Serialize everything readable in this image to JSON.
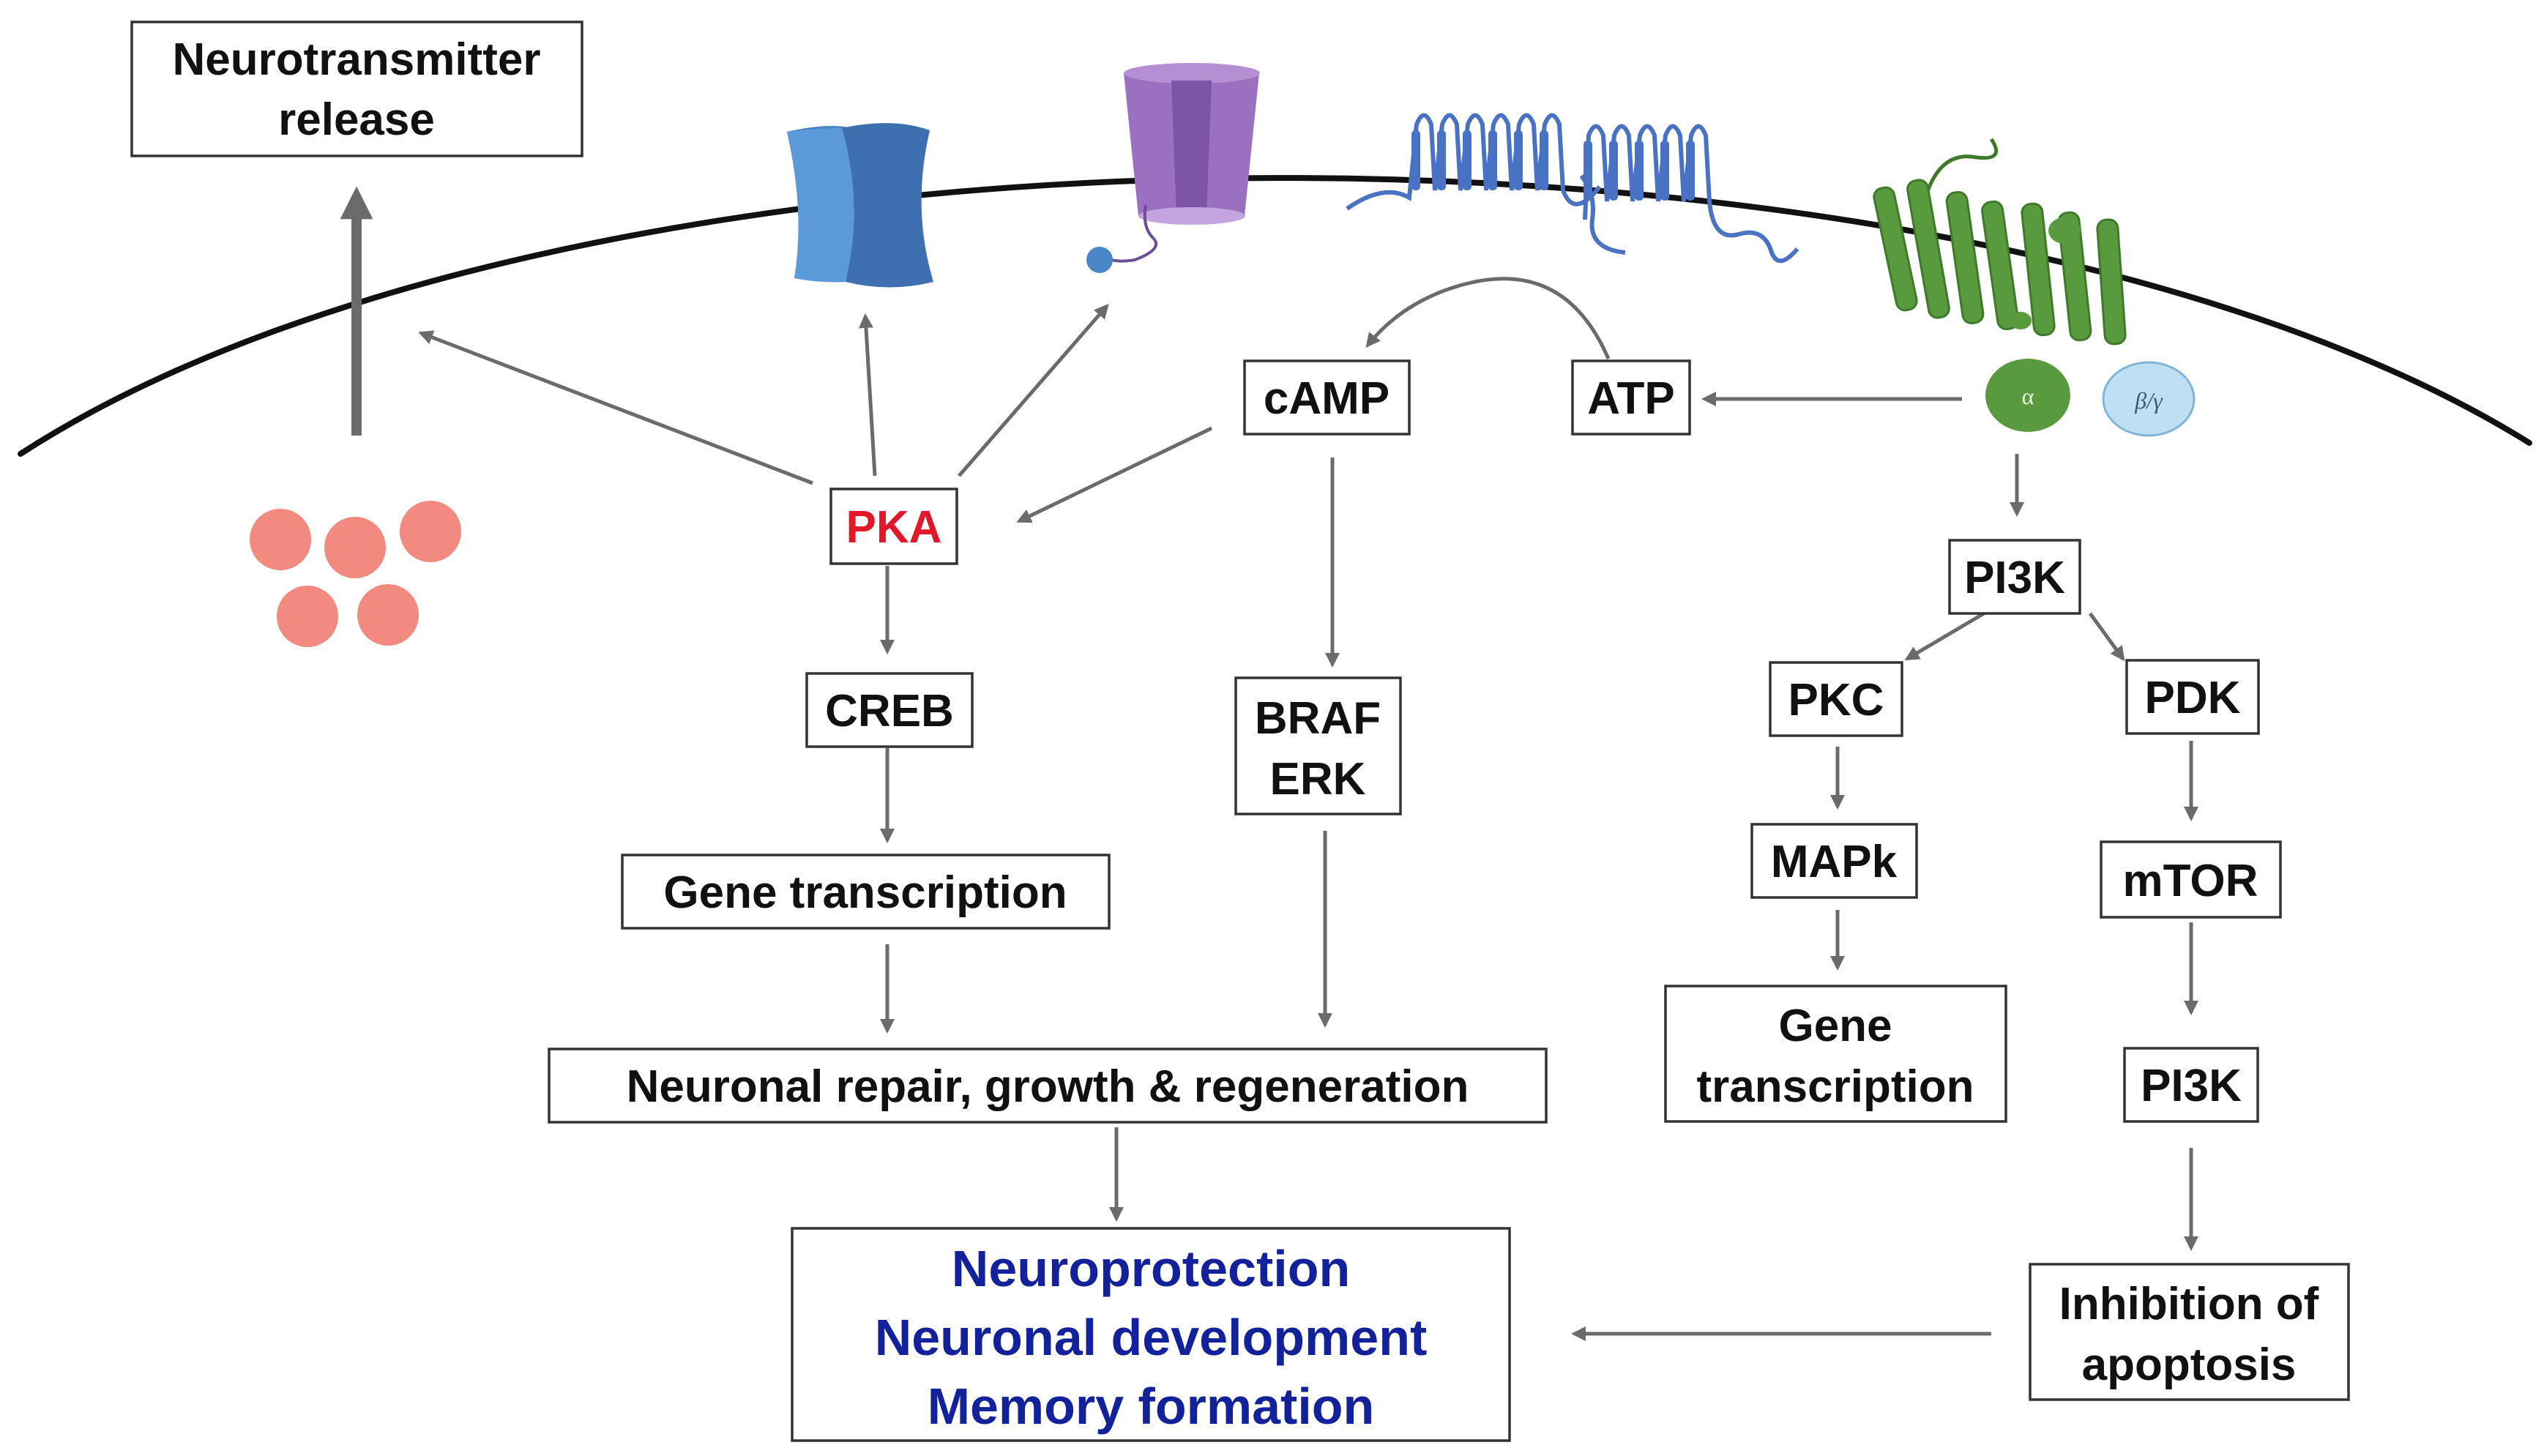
{
  "colors": {
    "membrane": "#111111",
    "arrow": "#6b6b6b",
    "pka_text": "#e0182a",
    "outcome_text": "#13229a",
    "vesicle": "#f28a80",
    "channel_blue": "#4a86c8",
    "channel_purple": "#9b70c0",
    "receptor_blue": "#4a72c4",
    "gpcr_green": "#5a9a3e",
    "g_beta_gamma": "#bfe0f2"
  },
  "labels": {
    "neurotransmitter_release": [
      "Neurotransmitter",
      "release"
    ],
    "pka": "PKA",
    "camp": "cAMP",
    "atp": "ATP",
    "creb": "CREB",
    "braf_erk": [
      "BRAF",
      "ERK"
    ],
    "gene_transcription_left": "Gene transcription",
    "neuronal_repair": "Neuronal repair, growth & regeneration",
    "pi3k_top": "PI3K",
    "pkc": "PKC",
    "pdk": "PDK",
    "mapk": "MAPk",
    "mtor": "mTOR",
    "gene_transcription_right": [
      "Gene",
      "transcription"
    ],
    "pi3k_bottom": "PI3K",
    "inhibition_of_apoptosis": [
      "Inhibition of",
      "apoptosis"
    ],
    "outcomes": [
      "Neuroprotection",
      "Neuronal development",
      "Memory formation"
    ],
    "g_alpha": "α",
    "g_beta_gamma": "β/γ"
  },
  "icons": {
    "vesicles": "neurotransmitter-vesicles",
    "ion_channel_blue": "ion-channel-icon",
    "ion_channel_purple": "ligand-gated-channel-icon",
    "receptor_pair": "seven-transmembrane-receptor-icon",
    "gpcr": "gpcr-icon"
  }
}
